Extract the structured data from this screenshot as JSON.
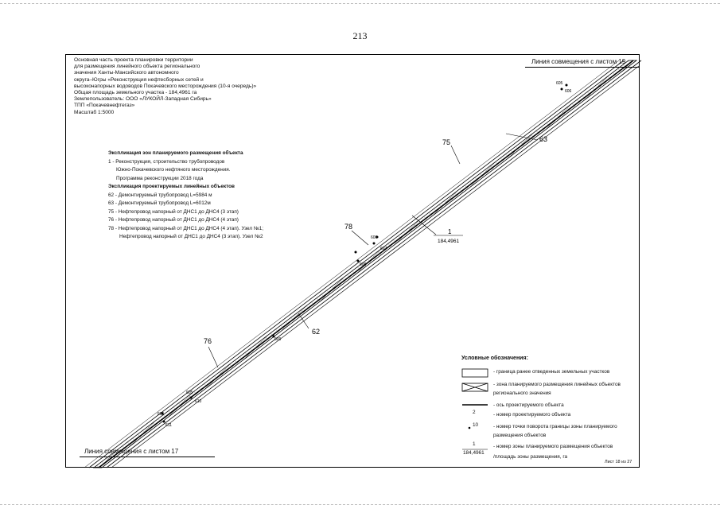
{
  "page_number": "213",
  "header": {
    "lines": [
      "Основная часть проекта планировки территории",
      "для размещения линейного объекта регионального",
      "значения Ханты-Мансийского автономного",
      "округа–Югры «Реконструкция нефтесборных сетей и",
      "высоконапорных водоводов Покачевского месторождения (10-я очередь)»",
      "Общая площадь земельного  участка - 184,4961 га",
      "Землепользователь: ООО «ЛУКОЙЛ-Западная Сибирь»",
      "ТПП «Покачевнефтегаз»",
      "Масштаб 1:5000"
    ]
  },
  "zones_explication": {
    "title": "Экспликация зон планируемого размещения объекта",
    "items": [
      "1 - Реконструкция, строительство трубопроводов",
      "Южно-Покачевского нефтяного месторождения.",
      "Программа реконструкции 2018 года"
    ]
  },
  "objects_explication": {
    "title": "Экспликация проектируемых линейных объектов",
    "items": [
      "62 - Демонтируемый трубопровод L=5984 м",
      "63 - Демонтируемый трубопровод L=6012м",
      "75 - Нефтепровод напорный от ДНС1 до ДНС4 (3 этап)",
      "76 - Нефтепровод напорный от ДНС1 до ДНС4 (4 этап)",
      "78 - Нефтепровод напорный от ДНС1 до ДНС4 (4 этап). Узел №1;",
      "Нефтепровод напорный от ДНС1 до ДНС4 (3 этап). Узел №2"
    ]
  },
  "match_lines": {
    "top": "Линия совмещения с листом 19",
    "bottom": "Линия совмещения с листом 17"
  },
  "map_labels": {
    "l75": "75",
    "l63": "63",
    "l78": "78",
    "l62": "62",
    "l76": "76",
    "zone_number": "1",
    "zone_area": "184,4961",
    "points": [
      "605",
      "606",
      "607",
      "606",
      "608",
      "609",
      "610",
      "611",
      "605",
      "606"
    ]
  },
  "legend": {
    "title": "Условные обозначения:",
    "items": [
      "- граница ранее отведенных земельных участков",
      "- зона планируемого размещения линейных объектов",
      "регионального значения",
      "- ось проектируемого объекта",
      "- номер проектируемого объекта",
      "- номер точки поворота границы зоны планируемого",
      "размещения объектов",
      "- номер зоны планируемого размещения объектов",
      "/площадь зоны размещения, га"
    ],
    "symbol_object_number": "2",
    "symbol_point_number": "10",
    "symbol_zone_number": "1",
    "symbol_zone_area": "184,4961"
  },
  "sheet_label": "Лист 18 из 27"
}
